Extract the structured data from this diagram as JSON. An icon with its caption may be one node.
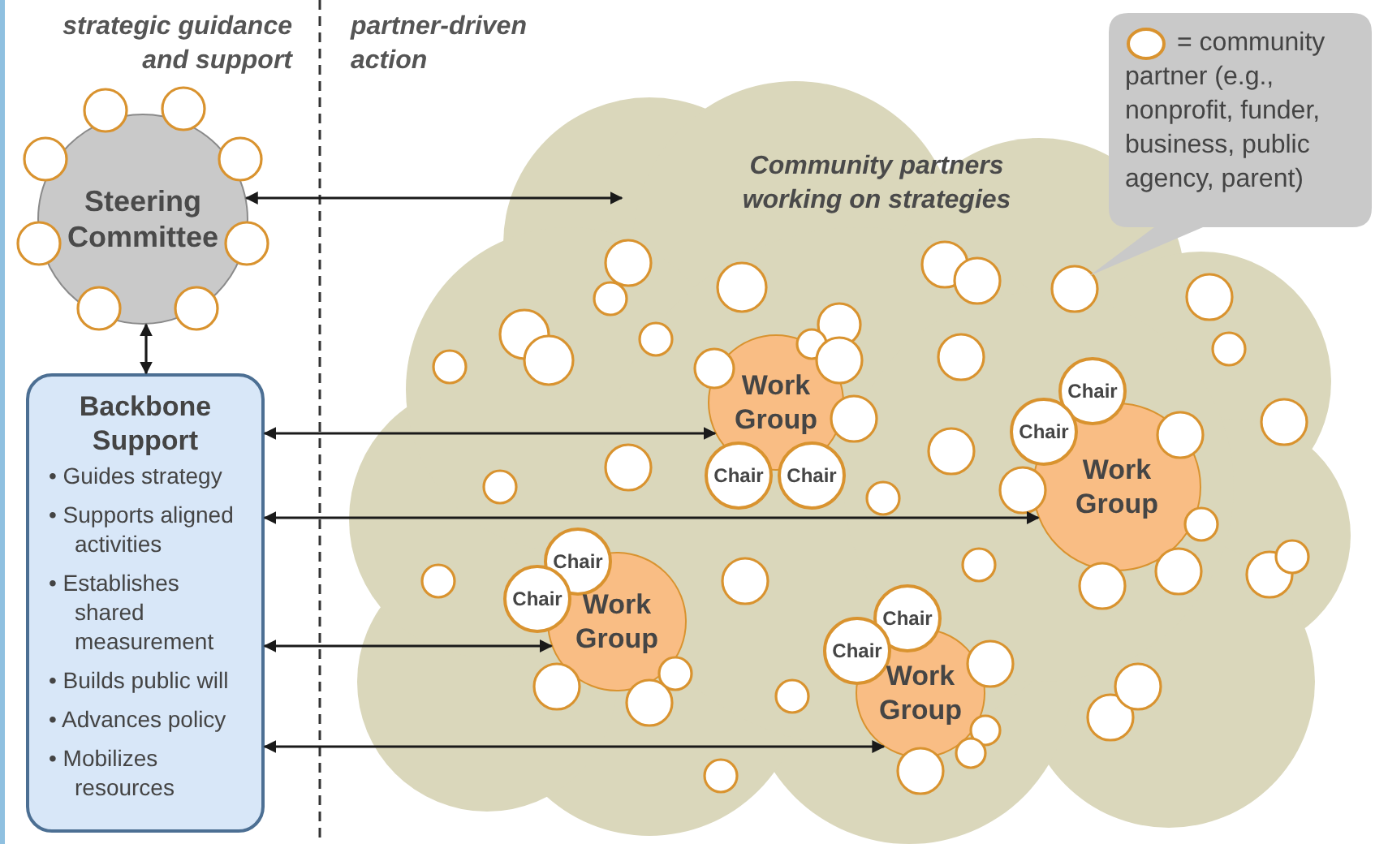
{
  "diagram": {
    "nodes": [
      {
        "text": [
          "Steering Committee"
        ]
      },
      {
        "text": [
          "Backbone Support",
          "• Guides strategy",
          "• Supports aligned activities",
          "• Establishes shared measurement",
          "• Builds public will",
          "• Advances policy",
          "• Mobilizes resources"
        ]
      },
      {
        "text": [
          "Community partners working on strategies"
        ]
      },
      {
        "text": [
          "Work Group"
        ],
        "in": 2
      },
      {
        "text": [
          "Chair"
        ],
        "in": 2
      },
      {
        "text": [
          "Chair"
        ],
        "in": 2
      },
      {
        "text": [
          "Work Group"
        ],
        "in": 2
      },
      {
        "text": [
          "Chair"
        ],
        "in": 2
      },
      {
        "text": [
          "Chair"
        ],
        "in": 2
      },
      {
        "text": [
          "Work Group"
        ],
        "in": 2
      },
      {
        "text": [
          "Chair"
        ],
        "in": 2
      },
      {
        "text": [
          "Chair"
        ],
        "in": 2
      },
      {
        "text": [
          "Work Group"
        ],
        "in": 2
      },
      {
        "text": [
          "Chair"
        ],
        "in": 2
      },
      {
        "text": [
          "Chair"
        ],
        "in": 2
      }
    ],
    "edges": [
      {
        "from": 0,
        "to": 2,
        "arrow": "both"
      },
      {
        "from": 0,
        "to": 1,
        "arrow": "both"
      },
      {
        "from": 1,
        "to": 3,
        "arrow": "both"
      },
      {
        "from": 1,
        "to": 6,
        "arrow": "both"
      },
      {
        "from": 1,
        "to": 9,
        "arrow": "both"
      },
      {
        "from": 1,
        "to": 12,
        "arrow": "both"
      }
    ],
    "labels": [
      "strategic guidance and support",
      "partner-driven action"
    ],
    "legend": [
      {
        "text": "= community partner (e.g., nonprofit, funder, business, public agency, parent)"
      }
    ]
  }
}
